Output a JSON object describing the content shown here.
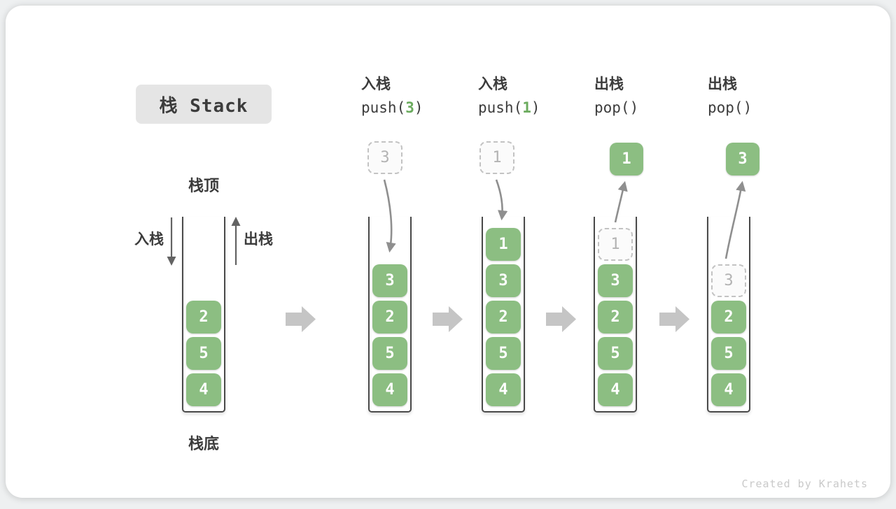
{
  "title": "栈 Stack",
  "stack_top_label": "栈顶",
  "stack_bottom_label": "栈底",
  "push_side_label": "入栈",
  "pop_side_label": "出栈",
  "operations": [
    {
      "title": "入栈",
      "code_open": "push(",
      "arg": "3",
      "code_close": ")"
    },
    {
      "title": "入栈",
      "code_open": "push(",
      "arg": "1",
      "code_close": ")"
    },
    {
      "title": "出栈",
      "code_open": "pop(",
      "arg": "",
      "code_close": ")"
    },
    {
      "title": "出栈",
      "code_open": "pop(",
      "arg": "",
      "code_close": ")"
    }
  ],
  "stacks": [
    {
      "blocks": [
        "2",
        "5",
        "4"
      ]
    },
    {
      "floating": "3",
      "blocks": [
        "3",
        "2",
        "5",
        "4"
      ]
    },
    {
      "floating": "1",
      "blocks": [
        "1",
        "3",
        "2",
        "5",
        "4"
      ]
    },
    {
      "floating": "1",
      "ghost": "1",
      "blocks": [
        "3",
        "2",
        "5",
        "4"
      ]
    },
    {
      "floating": "3",
      "ghost": "3",
      "blocks": [
        "2",
        "5",
        "4"
      ]
    }
  ],
  "watermark": "Created by Krahets",
  "colors": {
    "block_green": "#8cbe82",
    "code_arg_green": "#6bab5e",
    "curved_arrow_gray": "#8f8f8f",
    "thin_arrow_gray": "#636363",
    "block_arrow_gray": "#c5c5c5",
    "title_bg": "#e5e5e5",
    "text_dark": "#3c3c3c",
    "ghost_border": "#c3c3c3",
    "ghost_text": "#b3b3b3",
    "watermark_gray": "#c9c9c9"
  }
}
